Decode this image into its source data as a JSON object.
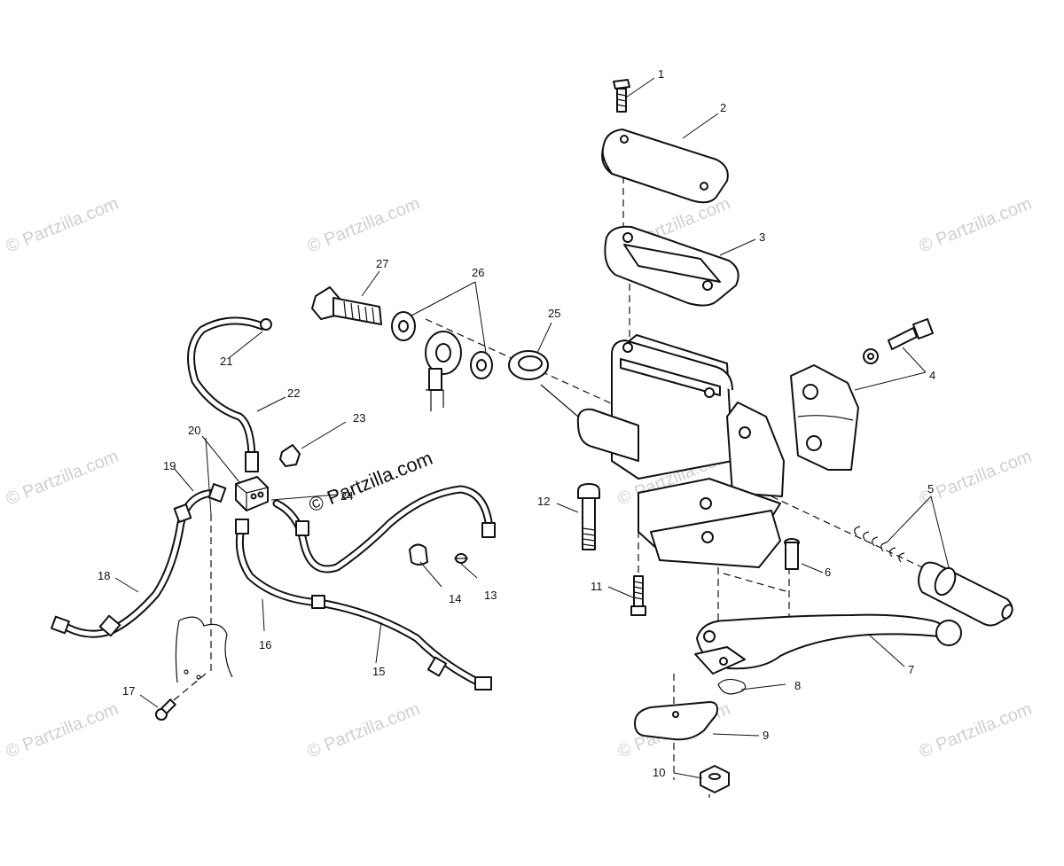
{
  "watermark": "© Partzilla.com",
  "callouts": {
    "c1": "1",
    "c2": "2",
    "c3": "3",
    "c4": "4",
    "c5": "5",
    "c6": "6",
    "c7": "7",
    "c8": "8",
    "c9": "9",
    "c10": "10",
    "c11": "11",
    "c12": "12",
    "c13": "13",
    "c14": "14",
    "c15": "15",
    "c16": "16",
    "c17": "17",
    "c18": "18",
    "c19": "19",
    "c20": "20",
    "c21": "21",
    "c22": "22",
    "c23": "23",
    "c24": "24",
    "c25": "25",
    "c26": "26",
    "c27": "27"
  }
}
